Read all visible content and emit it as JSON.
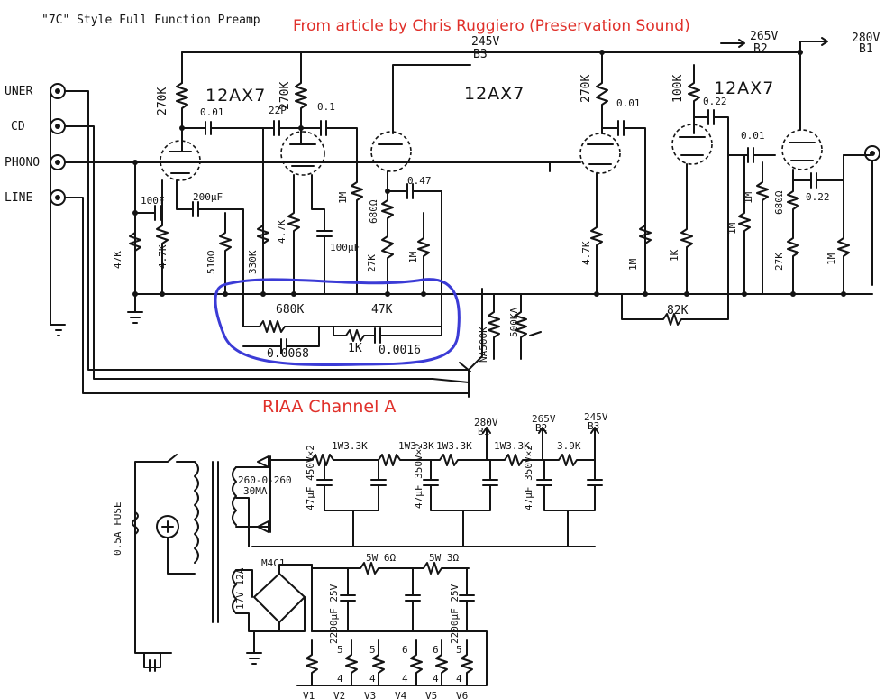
{
  "title": "\"7C\" Style Full Function Preamp",
  "credit": "From article by Chris Ruggiero (Preservation Sound)",
  "riaa_label": "RIAA Channel A",
  "colors": {
    "ink": "#141414",
    "credit_red": "#e0302a",
    "highlight_blue": "#3b3bd6"
  },
  "inputs": [
    "UNER",
    "CD",
    "PHONO",
    "LINE"
  ],
  "tubes": [
    "12AX7",
    "12AX7",
    "12AX7"
  ],
  "rails_top": {
    "b3": "245V",
    "b3_name": "B3",
    "b2": "265V",
    "b2_name": "B2",
    "b1": "280V",
    "b1_name": "B1"
  },
  "stage1": {
    "r_plate": "270K",
    "c_couple": "0.01",
    "r_grid": "100F",
    "c_cath": "200µF",
    "r_cath": "510Ω",
    "r_in1": "47K",
    "r_in2": "4.7K"
  },
  "stage2": {
    "r_plate": "270K",
    "c_fb": "22P",
    "c_couple": "0.1",
    "r_330k": "330K",
    "r_4k7": "4.7K",
    "c_cath": "100µF"
  },
  "stage3": {
    "r_1m": "1M",
    "r_680": "680Ω",
    "c_047": "0.47",
    "r_27k": "27K",
    "r_1m_b": "1M"
  },
  "riaa": {
    "r_680k": "680K",
    "r_47k": "47K",
    "c_0068": "0.0068",
    "r_1k": "1K",
    "c_0016": "0.0016"
  },
  "controls": {
    "vol": "500KA",
    "bal": "NA500K"
  },
  "line_stage": {
    "r_270k": "270K",
    "c_001": "0.01",
    "r_100k": "100K",
    "c_022": "0.22",
    "r_4k7": "4.7K",
    "r_1m": "1M",
    "r_1k": "1K",
    "r_82k": "82K",
    "c_001b": "0.01",
    "r_1m_b": "1M",
    "r_680": "680Ω",
    "c_022b": "0.22",
    "r_27k": "27K",
    "r_1m_c": "1M",
    "r_1m_d": "1M"
  },
  "psu": {
    "r1": "1W3.3K",
    "r2": "1W3.3K",
    "r3": "1W3.3K",
    "r4": "1W3.3K",
    "r5": "3.9K",
    "v_b1": "280V",
    "b1": "B1",
    "v_b2": "265V",
    "b2": "B2",
    "v_b3": "245V",
    "b3": "B3",
    "xfmr": "260-0-260",
    "xfmr_i": "30MA",
    "fuse": "0.5A FUSE",
    "c1": "47µF 450V×2",
    "c2": "47µF 350V×2",
    "c3": "47µF 350V×2",
    "bridge": "M4C1",
    "fil_xfmr": "17V 12A",
    "r_f1": "5W 6Ω",
    "r_f2": "5W 3Ω",
    "c_f1": "2200µF 25V",
    "c_f2": "2200µF 25V",
    "pins": [
      "5",
      "4",
      "5",
      "4",
      "6",
      "4",
      "6",
      "4",
      "5",
      "4"
    ],
    "heaters": [
      "V1",
      "V2",
      "V3",
      "V4",
      "V5",
      "V6"
    ]
  }
}
